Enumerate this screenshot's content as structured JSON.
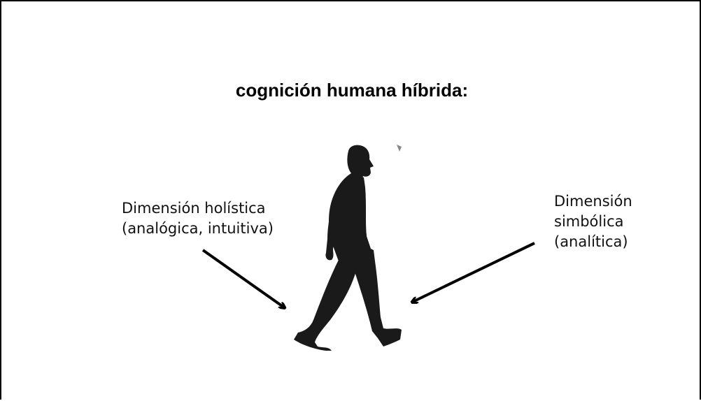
{
  "title": "cognición humana híbrida:",
  "left_label": {
    "line1": "Dimensión holística",
    "line2": "(analógica, intuitiva)"
  },
  "right_label": {
    "line1": "Dimensión",
    "line2": "simbólica",
    "line3": "(analítica)"
  },
  "colors": {
    "background": "#ffffff",
    "border": "#000000",
    "silhouette": "#1a1a1a",
    "arrow": "#000000"
  },
  "icons": {
    "figure": "walking-person-silhouette"
  }
}
